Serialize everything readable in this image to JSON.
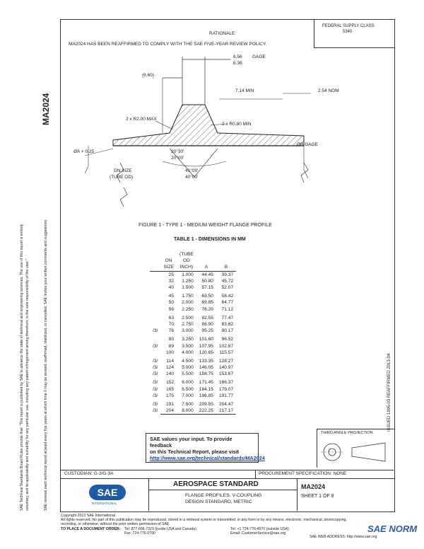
{
  "header": {
    "federal_supply_class_lines": [
      "FEDERAL SUPPLY CLASS",
      "5340"
    ],
    "rationale_title": "RATIONALE",
    "rationale_text": "MA2024 HAS BEEN REAFFIRMED TO COMPLY WITH THE SAE FIVE-YEAR REVIEW POLICY."
  },
  "sidebar": {
    "doc_number": "MA2024",
    "disclaimer_lines": [
      "SAE Technical Standards Board Rules provide that: \"This report is published by SAE to advance the state of technical and engineering sciences. The use of this report is entirely",
      "voluntary, and its applicability and suitability for any particular use, including any patent infringement arising therefrom, is the sole responsibility of the user.\"",
      "SAE reviews each technical report at least every five years at which time it may be revised, reaffirmed, stabilized, or cancelled. SAE invites your written comments and suggestions."
    ],
    "right_stamp": "ISSUED 1995-03   REAFFIRMED 2013-04"
  },
  "diagram": {
    "gage_top": "6.56",
    "gage_bottom": "6.36",
    "gage_label": "GAGE",
    "dim_660": "(6.60)",
    "dim_714": "7.14 MIN",
    "dim_254": "2.54 NOM",
    "radius_max": "2 x R2.00 MAX",
    "radius_min": "2 x R0.80 MIN",
    "dia_a": "ØA + 0.25",
    "dia_b": "ØB GAGE",
    "angle_small_top": "20°30'",
    "angle_small_bottom": "20°00'",
    "angle_large_top": "41°00'",
    "angle_large_bottom": "40°00'",
    "dn_label_lines": [
      "DN SIZE",
      "(TUBE OD)"
    ]
  },
  "figure_caption": "FIGURE 1 - TYPE 1 - MEDIUM WEIGHT FLANGE PROFILE",
  "table": {
    "title": "TABLE 1 - DIMENSIONS IN MM",
    "headers": [
      "DN\nSIZE",
      "(TUBE\nOD\nINCH)",
      "A",
      "B"
    ],
    "header_lines": [
      [
        "",
        "",
        "(TUBE",
        "",
        ""
      ],
      [
        "",
        "DN",
        "OD",
        "",
        ""
      ],
      [
        "",
        "SIZE",
        "INCH)",
        "A",
        "B"
      ]
    ],
    "rows": [
      [
        "",
        "25",
        "1.000",
        "44.45",
        "39.37"
      ],
      [
        "",
        "32",
        "1.250",
        "50.80",
        "45.72"
      ],
      [
        "",
        "40",
        "1.500",
        "57.15",
        "52.07"
      ],
      [
        "",
        "45",
        "1.750",
        "63.50",
        "58.42"
      ],
      [
        "",
        "50",
        "2.000",
        "69.85",
        "64.77"
      ],
      [
        "",
        "56",
        "2.250",
        "76.20",
        "71.12"
      ],
      [
        "",
        "63",
        "2.500",
        "82.55",
        "77.47"
      ],
      [
        "",
        "70",
        "2.750",
        "88.90",
        "83.82"
      ],
      [
        "/3/",
        "76",
        "3.000",
        "95.25",
        "90.17"
      ],
      [
        "",
        "80",
        "3.250",
        "101.60",
        "96.52"
      ],
      [
        "/3/",
        "89",
        "3.500",
        "107.95",
        "102.87"
      ],
      [
        "",
        "100",
        "4.000",
        "120.65",
        "115.57"
      ],
      [
        "/3/",
        "114",
        "4.500",
        "133.35",
        "128.27"
      ],
      [
        "/3/",
        "124",
        "5.000",
        "146.05",
        "140.97"
      ],
      [
        "/3/",
        "140",
        "5.500",
        "158.75",
        "153.67"
      ],
      [
        "/3/",
        "152",
        "6.000",
        "171.45",
        "166.37"
      ],
      [
        "/3/",
        "165",
        "6.500",
        "184.15",
        "179.07"
      ],
      [
        "/3/",
        "175",
        "7.000",
        "196.85",
        "191.77"
      ],
      [
        "/3/",
        "191",
        "7.500",
        "209.55",
        "204.47"
      ],
      [
        "/3/",
        "204",
        "8.000",
        "222.25",
        "217.17"
      ]
    ]
  },
  "feedback": {
    "line1": "SAE values your input. To provide feedback",
    "line2": "on this Technical Report, please visit",
    "link": "http://www.sae.org/technical/standards/MA2024"
  },
  "projection_label": "THIRD ANGLE PROJECTION",
  "footer": {
    "custodian": "CUSTODIAN: G-3/G-3A",
    "procurement": "PROCUREMENT SPECIFICATION: NONE",
    "logo_text": "SAE",
    "logo_sub": "INTERNATIONAL",
    "standard_title": "AEROSPACE STANDARD",
    "doc_title_line1": "FLANGE PROFILES, V-COUPLING",
    "doc_title_line2": "DESIGN STANDARD, METRIC",
    "doc_number": "MA2024",
    "sheet": "SHEET 1 OF 8",
    "copyright_lines": [
      "Copyright 2013 SAE International",
      "All rights reserved. No part of this publication may be reproduced, stored in a retrieval system or transmitted, in any form or by any means, electronic, mechanical, photocopying,",
      "recording, or otherwise, without the prior written permission of SAE."
    ],
    "order_label": "TO PLACE A DOCUMENT ORDER:",
    "tel1": "Tel: 877-606-7323 (inside USA and Canada)",
    "fax": "Fax: 724-776-0790",
    "tel2": "Tel: +1 724-776-4970 (outside USA)",
    "email": "Email: CustomerService@sae.org",
    "web": "SAE WEB ADDRESS: http://www.sae.org",
    "watermark": "SAE NORM"
  },
  "colors": {
    "link": "#1a3fa0",
    "watermark": "#2b5fa8",
    "logo": "#1f5aa6"
  }
}
